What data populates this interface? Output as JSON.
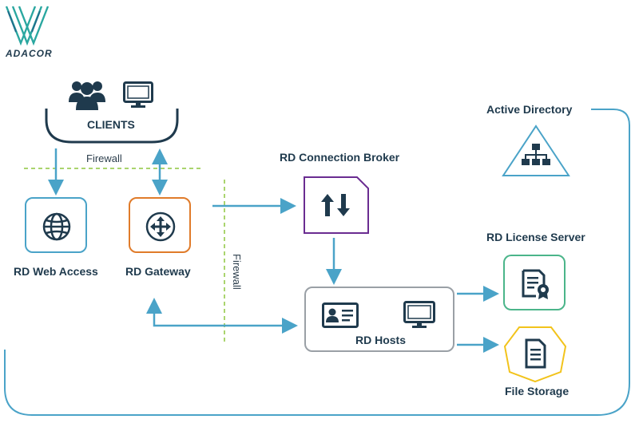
{
  "brand": {
    "logo_text": "ADACOR"
  },
  "clients": {
    "label": "CLIENTS",
    "icons": [
      "users-icon",
      "monitor-icon"
    ]
  },
  "firewalls": [
    {
      "label": "Firewall"
    },
    {
      "label": "Firewall"
    }
  ],
  "nodes": {
    "web_access": {
      "label": "RD Web Access",
      "icon": "globe-icon"
    },
    "gateway": {
      "label": "RD Gateway",
      "icon": "move-arrows-icon"
    },
    "connection_broker": {
      "label": "RD Connection Broker",
      "icon": "swap-arrows-icon"
    },
    "active_directory": {
      "label": "Active Directory",
      "icon": "hierarchy-icon"
    },
    "license_server": {
      "label": "RD License Server",
      "icon": "certificate-icon"
    },
    "rd_hosts": {
      "label": "RD Hosts",
      "icons": [
        "id-card-icon",
        "monitor-icon"
      ]
    },
    "file_storage": {
      "label": "File Storage",
      "icon": "document-icon"
    }
  },
  "colors": {
    "line": "#4aa3c8",
    "text": "#1f3a4d",
    "firewall": "#8dc63f",
    "web_access_border": "#4aa3c8",
    "gateway_border": "#e07b2a",
    "broker_border": "#6a2c91",
    "ad_border": "#4aa3c8",
    "license_border": "#4bb58a",
    "hosts_border": "#9aa0a6",
    "storage_border": "#f2c31b"
  }
}
